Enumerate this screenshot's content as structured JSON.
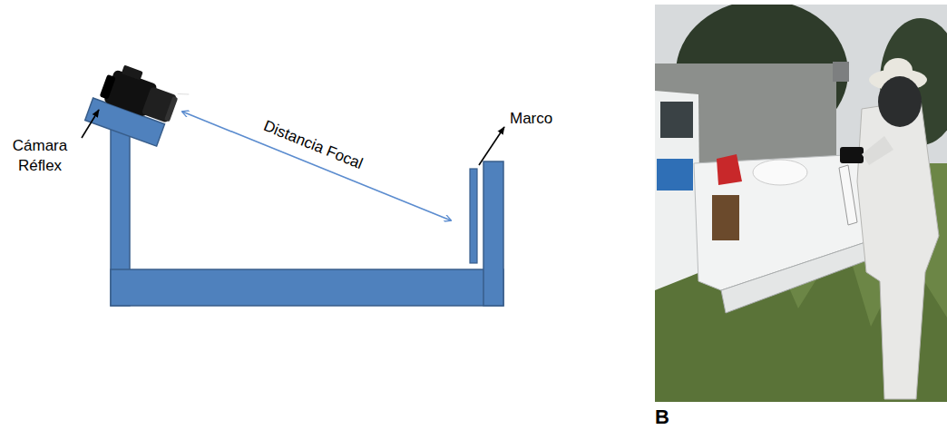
{
  "diagram": {
    "labels": [
      "Cámara Réflex",
      "Distancia Focal",
      "Marco",
      "B"
    ]
  }
}
